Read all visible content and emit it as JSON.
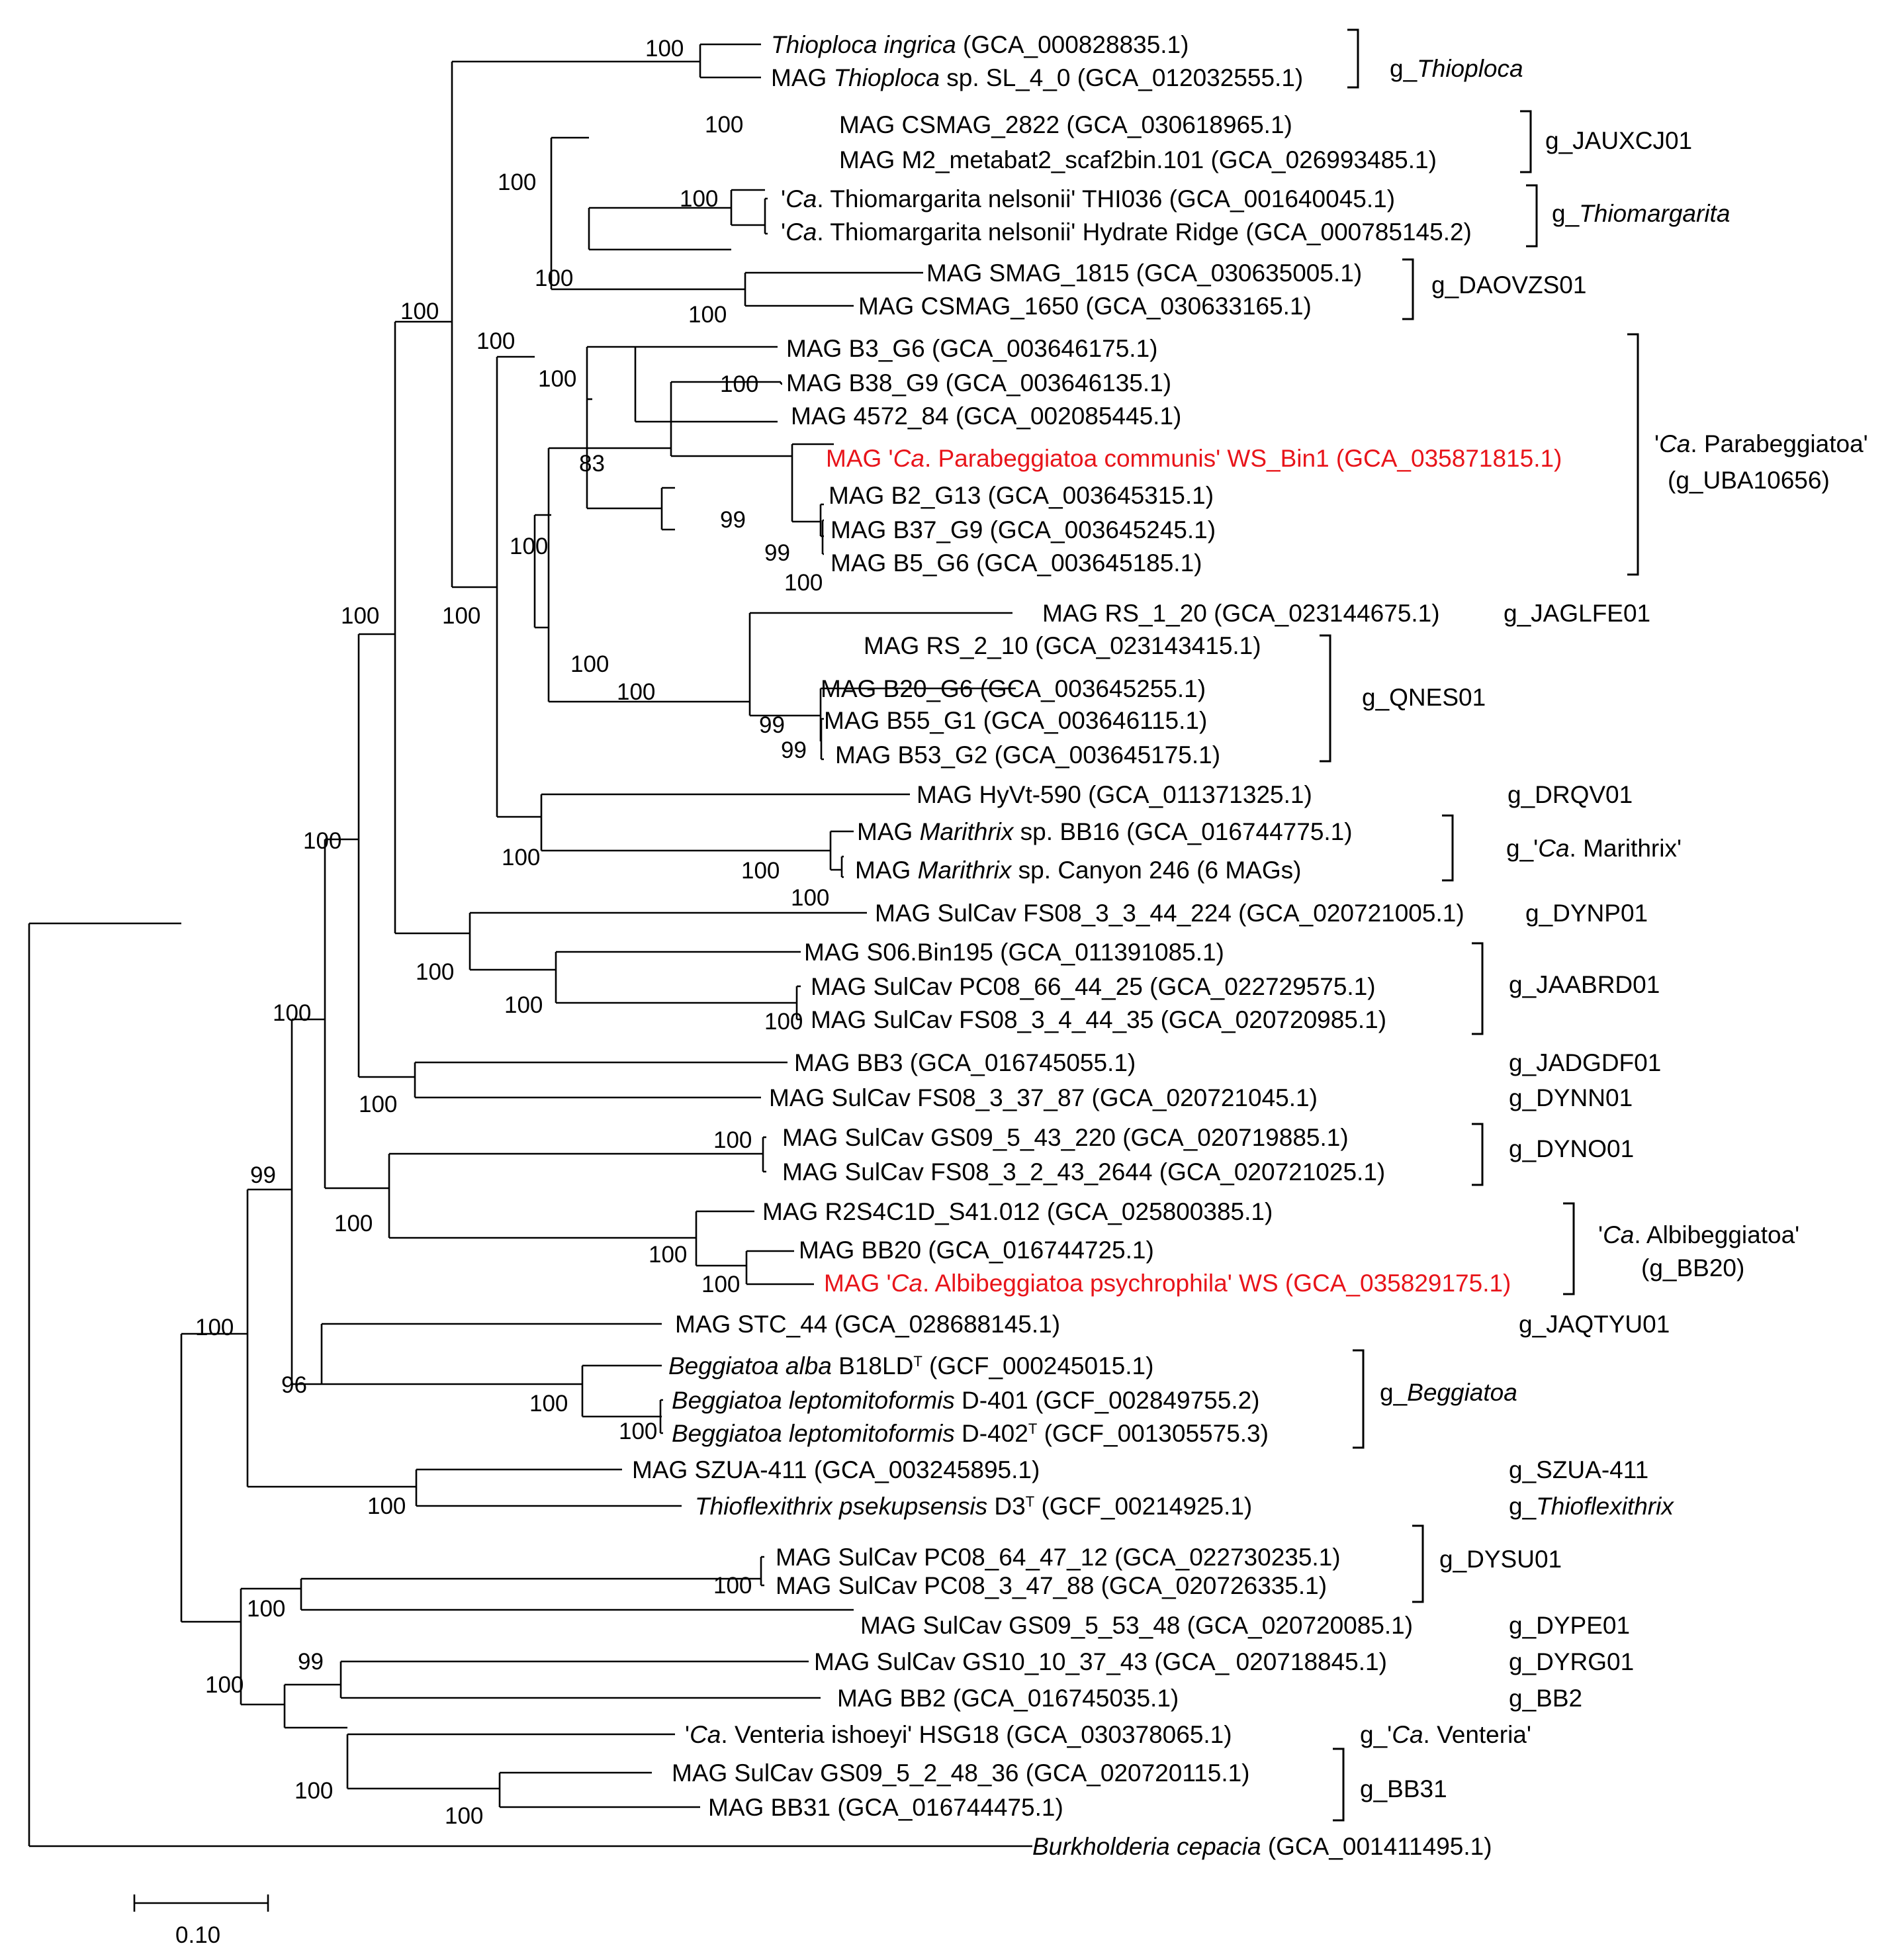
{
  "colors": {
    "text": "#000000",
    "highlight": "#e8141a"
  },
  "leaves": [
    {
      "id": "l1",
      "parts": [
        {
          "t": "Thioploca ingrica",
          "i": true
        },
        {
          "t": " (GCA_000828835.1)"
        }
      ]
    },
    {
      "id": "l2",
      "parts": [
        {
          "t": "MAG "
        },
        {
          "t": "Thioploca",
          "i": true
        },
        {
          "t": " sp. SL_4_0 (GCA_012032555.1)"
        }
      ]
    },
    {
      "id": "l3",
      "parts": [
        {
          "t": "MAG CSMAG_2822 (GCA_030618965.1)"
        }
      ]
    },
    {
      "id": "l4",
      "parts": [
        {
          "t": "MAG M2_metabat2_scaf2bin.101 (GCA_026993485.1)"
        }
      ]
    },
    {
      "id": "l5",
      "parts": [
        {
          "t": "'"
        },
        {
          "t": "Ca",
          "i": true
        },
        {
          "t": ". Thiomargarita nelsonii' THI036 (GCA_001640045.1)"
        }
      ]
    },
    {
      "id": "l6",
      "parts": [
        {
          "t": "'"
        },
        {
          "t": "Ca",
          "i": true
        },
        {
          "t": ". Thiomargarita nelsonii' Hydrate Ridge (GCA_000785145.2)"
        }
      ]
    },
    {
      "id": "l7",
      "parts": [
        {
          "t": "MAG SMAG_1815 (GCA_030635005.1)"
        }
      ]
    },
    {
      "id": "l8",
      "parts": [
        {
          "t": "MAG CSMAG_1650 (GCA_030633165.1)"
        }
      ]
    },
    {
      "id": "l9",
      "parts": [
        {
          "t": "MAG B3_G6 (GCA_003646175.1)"
        }
      ]
    },
    {
      "id": "l10",
      "parts": [
        {
          "t": "MAG B38_G9 (GCA_003646135.1)"
        }
      ]
    },
    {
      "id": "l11",
      "parts": [
        {
          "t": "MAG 4572_84 (GCA_002085445.1)"
        }
      ]
    },
    {
      "id": "l12",
      "red": true,
      "parts": [
        {
          "t": "MAG '"
        },
        {
          "t": "Ca",
          "i": true
        },
        {
          "t": ". Parabeggiatoa communis' WS_Bin1 (GCA_035871815.1)"
        }
      ]
    },
    {
      "id": "l13",
      "parts": [
        {
          "t": "MAG B2_G13 (GCA_003645315.1)"
        }
      ]
    },
    {
      "id": "l14",
      "parts": [
        {
          "t": "MAG B37_G9 (GCA_003645245.1)"
        }
      ]
    },
    {
      "id": "l15",
      "parts": [
        {
          "t": "MAG B5_G6 (GCA_003645185.1)"
        }
      ]
    },
    {
      "id": "l16",
      "parts": [
        {
          "t": "MAG RS_1_20 (GCA_023144675.1)"
        }
      ]
    },
    {
      "id": "l17",
      "parts": [
        {
          "t": "MAG RS_2_10 (GCA_023143415.1)"
        }
      ]
    },
    {
      "id": "l18",
      "parts": [
        {
          "t": "MAG B20_G6 (GCA_003645255.1)"
        }
      ]
    },
    {
      "id": "l19",
      "parts": [
        {
          "t": "MAG B55_G1 (GCA_003646115.1)"
        }
      ]
    },
    {
      "id": "l20",
      "parts": [
        {
          "t": "MAG B53_G2 (GCA_003645175.1)"
        }
      ]
    },
    {
      "id": "l21",
      "parts": [
        {
          "t": "MAG HyVt-590 (GCA_011371325.1)"
        }
      ]
    },
    {
      "id": "l22",
      "parts": [
        {
          "t": "MAG "
        },
        {
          "t": "Marithrix",
          "i": true
        },
        {
          "t": " sp. BB16 (GCA_016744775.1)"
        }
      ]
    },
    {
      "id": "l23",
      "parts": [
        {
          "t": "MAG "
        },
        {
          "t": "Marithrix",
          "i": true
        },
        {
          "t": " sp. Canyon 246 (6 MAGs)"
        }
      ]
    },
    {
      "id": "l24",
      "parts": [
        {
          "t": "MAG SulCav FS08_3_3_44_224 (GCA_020721005.1)"
        }
      ]
    },
    {
      "id": "l25",
      "parts": [
        {
          "t": "MAG S06.Bin195 (GCA_011391085.1)"
        }
      ]
    },
    {
      "id": "l26",
      "parts": [
        {
          "t": "MAG SulCav PC08_66_44_25 (GCA_022729575.1)"
        }
      ]
    },
    {
      "id": "l27",
      "parts": [
        {
          "t": "MAG SulCav FS08_3_4_44_35 (GCA_020720985.1)"
        }
      ]
    },
    {
      "id": "l28",
      "parts": [
        {
          "t": "MAG BB3 (GCA_016745055.1)"
        }
      ]
    },
    {
      "id": "l29",
      "parts": [
        {
          "t": "MAG SulCav FS08_3_37_87 (GCA_020721045.1)"
        }
      ]
    },
    {
      "id": "l30",
      "parts": [
        {
          "t": "MAG SulCav GS09_5_43_220 (GCA_020719885.1)"
        }
      ]
    },
    {
      "id": "l31",
      "parts": [
        {
          "t": "MAG SulCav FS08_3_2_43_2644 (GCA_020721025.1)"
        }
      ]
    },
    {
      "id": "l32",
      "parts": [
        {
          "t": "MAG R2S4C1D_S41.012 (GCA_025800385.1)"
        }
      ]
    },
    {
      "id": "l33",
      "parts": [
        {
          "t": "MAG BB20 (GCA_016744725.1)"
        }
      ]
    },
    {
      "id": "l34",
      "red": true,
      "parts": [
        {
          "t": "MAG '"
        },
        {
          "t": "Ca",
          "i": true
        },
        {
          "t": ". Albibeggiatoa psychrophila' WS (GCA_035829175.1)"
        }
      ]
    },
    {
      "id": "l35",
      "parts": [
        {
          "t": "MAG STC_44 (GCA_028688145.1)"
        }
      ]
    },
    {
      "id": "l36",
      "parts": [
        {
          "t": "Beggiatoa alba",
          "i": true
        },
        {
          "t": " B18LD"
        },
        {
          "t": "T",
          "sup": true
        },
        {
          "t": " (GCF_000245015.1)"
        }
      ]
    },
    {
      "id": "l37",
      "parts": [
        {
          "t": "Beggiatoa leptomitoformis",
          "i": true
        },
        {
          "t": " D-401 (GCF_002849755.2)"
        }
      ]
    },
    {
      "id": "l38",
      "parts": [
        {
          "t": "Beggiatoa leptomitoformis",
          "i": true
        },
        {
          "t": " D-402"
        },
        {
          "t": "T",
          "sup": true
        },
        {
          "t": " (GCF_001305575.3)"
        }
      ]
    },
    {
      "id": "l39",
      "parts": [
        {
          "t": "MAG SZUA-411 (GCA_003245895.1)"
        }
      ]
    },
    {
      "id": "l40",
      "parts": [
        {
          "t": "Thioflexithrix psekupsensis",
          "i": true
        },
        {
          "t": " D3"
        },
        {
          "t": "T",
          "sup": true
        },
        {
          "t": " (GCF_00214925.1)"
        }
      ]
    },
    {
      "id": "l41",
      "parts": [
        {
          "t": "MAG SulCav PC08_64_47_12 (GCA_022730235.1)"
        }
      ]
    },
    {
      "id": "l42",
      "parts": [
        {
          "t": "MAG SulCav PC08_3_47_88 (GCA_020726335.1)"
        }
      ]
    },
    {
      "id": "l43",
      "parts": [
        {
          "t": "MAG SulCav GS09_5_53_48 (GCA_020720085.1)"
        }
      ]
    },
    {
      "id": "l44",
      "parts": [
        {
          "t": "MAG SulCav GS10_10_37_43 (GCA_ 020718845.1)"
        }
      ]
    },
    {
      "id": "l45",
      "parts": [
        {
          "t": "MAG BB2 (GCA_016745035.1)"
        }
      ]
    },
    {
      "id": "l46",
      "parts": [
        {
          "t": "'"
        },
        {
          "t": "Ca",
          "i": true
        },
        {
          "t": ". Venteria ishoeyi' HSG18 (GCA_030378065.1)"
        }
      ]
    },
    {
      "id": "l47",
      "parts": [
        {
          "t": "MAG SulCav GS09_5_2_48_36 (GCA_020720115.1)"
        }
      ]
    },
    {
      "id": "l48",
      "parts": [
        {
          "t": "MAG BB31 (GCA_016744475.1)"
        }
      ]
    },
    {
      "id": "l49",
      "parts": [
        {
          "t": "Burkholderia cepacia",
          "i": true
        },
        {
          "t": " (GCA_001411495.1)"
        }
      ]
    }
  ],
  "groups": [
    {
      "id": "g1",
      "lines": [
        [
          {
            "t": "g_"
          },
          {
            "t": "Thioploca",
            "i": true
          }
        ]
      ]
    },
    {
      "id": "g2",
      "lines": [
        [
          {
            "t": "g_JAUXCJ01"
          }
        ]
      ]
    },
    {
      "id": "g3",
      "lines": [
        [
          {
            "t": "g_"
          },
          {
            "t": "Thiomargarita",
            "i": true
          }
        ]
      ]
    },
    {
      "id": "g4",
      "lines": [
        [
          {
            "t": "g_DAOVZS01"
          }
        ]
      ]
    },
    {
      "id": "g5",
      "lines": [
        [
          {
            "t": "'"
          },
          {
            "t": "Ca",
            "i": true
          },
          {
            "t": ". Parabeggiatoa'"
          }
        ],
        [
          {
            "t": "(g_UBA10656)"
          }
        ]
      ]
    },
    {
      "id": "g6",
      "lines": [
        [
          {
            "t": "g_JAGLFE01"
          }
        ]
      ]
    },
    {
      "id": "g7",
      "lines": [
        [
          {
            "t": "g_QNES01"
          }
        ]
      ]
    },
    {
      "id": "g8",
      "lines": [
        [
          {
            "t": "g_DRQV01"
          }
        ]
      ]
    },
    {
      "id": "g9",
      "lines": [
        [
          {
            "t": "g_'"
          },
          {
            "t": "Ca",
            "i": true
          },
          {
            "t": ". Marithrix'"
          }
        ]
      ]
    },
    {
      "id": "g10",
      "lines": [
        [
          {
            "t": "g_DYNP01"
          }
        ]
      ]
    },
    {
      "id": "g11",
      "lines": [
        [
          {
            "t": "g_JAABRD01"
          }
        ]
      ]
    },
    {
      "id": "g12",
      "lines": [
        [
          {
            "t": "g_JADGDF01"
          }
        ]
      ]
    },
    {
      "id": "g13",
      "lines": [
        [
          {
            "t": "g_DYNN01"
          }
        ]
      ]
    },
    {
      "id": "g14",
      "lines": [
        [
          {
            "t": "g_DYNO01"
          }
        ]
      ]
    },
    {
      "id": "g15",
      "lines": [
        [
          {
            "t": "'"
          },
          {
            "t": "Ca",
            "i": true
          },
          {
            "t": ". Albibeggiatoa'"
          }
        ],
        [
          {
            "t": "(g_BB20)"
          }
        ]
      ]
    },
    {
      "id": "g16",
      "lines": [
        [
          {
            "t": "g_JAQTYU01"
          }
        ]
      ]
    },
    {
      "id": "g17",
      "lines": [
        [
          {
            "t": "g_"
          },
          {
            "t": "Beggiatoa",
            "i": true
          }
        ]
      ]
    },
    {
      "id": "g18",
      "lines": [
        [
          {
            "t": "g_SZUA-411"
          }
        ]
      ]
    },
    {
      "id": "g19",
      "lines": [
        [
          {
            "t": "g_"
          },
          {
            "t": "Thioflexithrix",
            "i": true
          }
        ]
      ]
    },
    {
      "id": "g20",
      "lines": [
        [
          {
            "t": "g_DYSU01"
          }
        ]
      ]
    },
    {
      "id": "g21",
      "lines": [
        [
          {
            "t": "g_DYPE01"
          }
        ]
      ]
    },
    {
      "id": "g22",
      "lines": [
        [
          {
            "t": "g_DYRG01"
          }
        ]
      ]
    },
    {
      "id": "g23",
      "lines": [
        [
          {
            "t": "g_BB2"
          }
        ]
      ]
    },
    {
      "id": "g24",
      "lines": [
        [
          {
            "t": "g_'"
          },
          {
            "t": "Ca",
            "i": true
          },
          {
            "t": ". Venteria'"
          }
        ]
      ]
    },
    {
      "id": "g25",
      "lines": [
        [
          {
            "t": "g_BB31"
          }
        ]
      ]
    }
  ],
  "bootstraps": [
    {
      "id": "b1",
      "v": "100"
    },
    {
      "id": "b2",
      "v": "100"
    },
    {
      "id": "b3",
      "v": "100"
    },
    {
      "id": "b4",
      "v": "100"
    },
    {
      "id": "b5",
      "v": "100"
    },
    {
      "id": "b6",
      "v": "100"
    },
    {
      "id": "b7",
      "v": "100"
    },
    {
      "id": "b8",
      "v": "100"
    },
    {
      "id": "b9",
      "v": "83"
    },
    {
      "id": "b10",
      "v": "100"
    },
    {
      "id": "b11",
      "v": "100"
    },
    {
      "id": "b12",
      "v": "99"
    },
    {
      "id": "b13",
      "v": "99"
    },
    {
      "id": "b14",
      "v": "100"
    },
    {
      "id": "b15",
      "v": "100"
    },
    {
      "id": "b16",
      "v": "100"
    },
    {
      "id": "b17",
      "v": "100"
    },
    {
      "id": "b18",
      "v": "99"
    },
    {
      "id": "b19",
      "v": "99"
    },
    {
      "id": "b20",
      "v": "100"
    },
    {
      "id": "b21",
      "v": "100"
    },
    {
      "id": "b22",
      "v": "100"
    },
    {
      "id": "b23",
      "v": "100"
    },
    {
      "id": "b24",
      "v": "100"
    },
    {
      "id": "b25",
      "v": "100"
    },
    {
      "id": "b26",
      "v": "100"
    },
    {
      "id": "b27",
      "v": "100"
    },
    {
      "id": "b28",
      "v": "100"
    },
    {
      "id": "b29",
      "v": "100"
    },
    {
      "id": "b30",
      "v": "100"
    },
    {
      "id": "b31",
      "v": "100"
    },
    {
      "id": "b32",
      "v": "100"
    },
    {
      "id": "b33",
      "v": "100"
    },
    {
      "id": "b34",
      "v": "99"
    },
    {
      "id": "b35",
      "v": "100"
    },
    {
      "id": "b36",
      "v": "96"
    },
    {
      "id": "b37",
      "v": "100"
    },
    {
      "id": "b38",
      "v": "100"
    },
    {
      "id": "b39",
      "v": "100"
    },
    {
      "id": "b40",
      "v": "100"
    },
    {
      "id": "b41",
      "v": "100"
    },
    {
      "id": "b42",
      "v": "99"
    },
    {
      "id": "b43",
      "v": "100"
    },
    {
      "id": "b44",
      "v": "100"
    },
    {
      "id": "b45",
      "v": "100"
    },
    {
      "id": "b46",
      "v": "100"
    }
  ],
  "scale_bar": {
    "label": "0.10"
  }
}
